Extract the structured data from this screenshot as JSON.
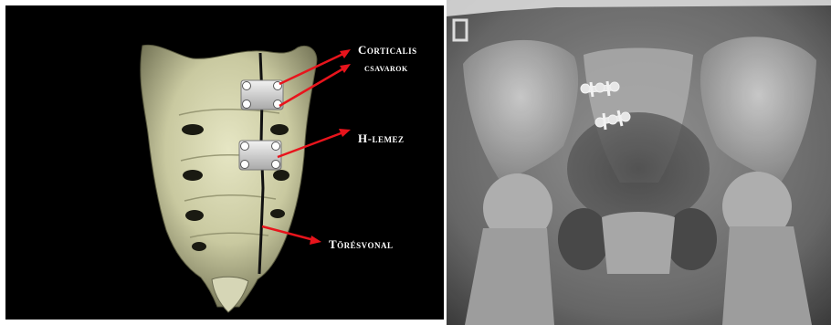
{
  "labels": {
    "screws_line1": "Corticalis",
    "screws_line2": "csavarok",
    "plate": "H-lemez",
    "fracture": "Törésvonal"
  },
  "colors": {
    "bone": "#d8d8b0",
    "arrow": "#e8141c",
    "plate": "#d9d9d9",
    "background": "#000000"
  }
}
